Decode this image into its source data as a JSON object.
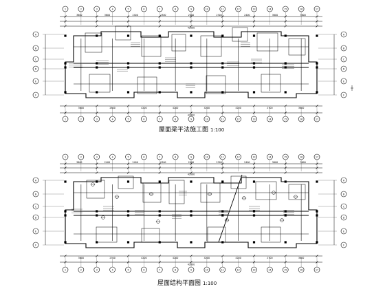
{
  "drawings": [
    {
      "title": "屋面梁平法施工图",
      "scale": "1:100",
      "total_dimension": "42000",
      "top_dimensions": [
        "3600",
        "3600",
        "2400",
        "2300",
        "2400",
        "2300",
        "2400",
        "3600",
        "3600"
      ],
      "bottom_dimensions": [
        "3600",
        "2800",
        "4200",
        "4200",
        "4200",
        "4200",
        "2700",
        "3600"
      ]
    },
    {
      "title": "屋面结构平面图",
      "scale": "1:100",
      "total_dimension": "42000",
      "top_dimensions": [
        "3600",
        "2400",
        "2400",
        "2300",
        "2400",
        "2300",
        "2400",
        "3600",
        "3600"
      ],
      "bottom_dimensions": [
        "3600",
        "2700",
        "4200",
        "4200",
        "4200",
        "4200",
        "2700",
        "3600"
      ]
    }
  ]
}
